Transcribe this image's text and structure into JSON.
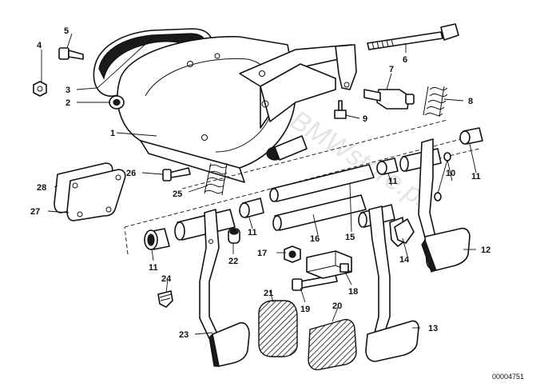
{
  "watermark": "www.BMWstore.pl",
  "reference_number": "00004751",
  "callouts": {
    "c1": "1",
    "c2": "2",
    "c3": "3",
    "c4": "4",
    "c5": "5",
    "c6": "6",
    "c7": "7",
    "c8": "8",
    "c9": "9",
    "c10": "10",
    "c11a": "11",
    "c11b": "11",
    "c11c": "11",
    "c11d": "11",
    "c12": "12",
    "c13": "13",
    "c14": "14",
    "c15": "15",
    "c16": "16",
    "c17": "17",
    "c18": "18",
    "c19": "19",
    "c20": "20",
    "c21": "21",
    "c22": "22",
    "c23": "23",
    "c24": "24",
    "c25": "25",
    "c26": "26",
    "c27": "27",
    "c28": "28"
  },
  "colors": {
    "ink": "#111111",
    "paper": "#ffffff",
    "watermark": "#cfcfcf"
  }
}
